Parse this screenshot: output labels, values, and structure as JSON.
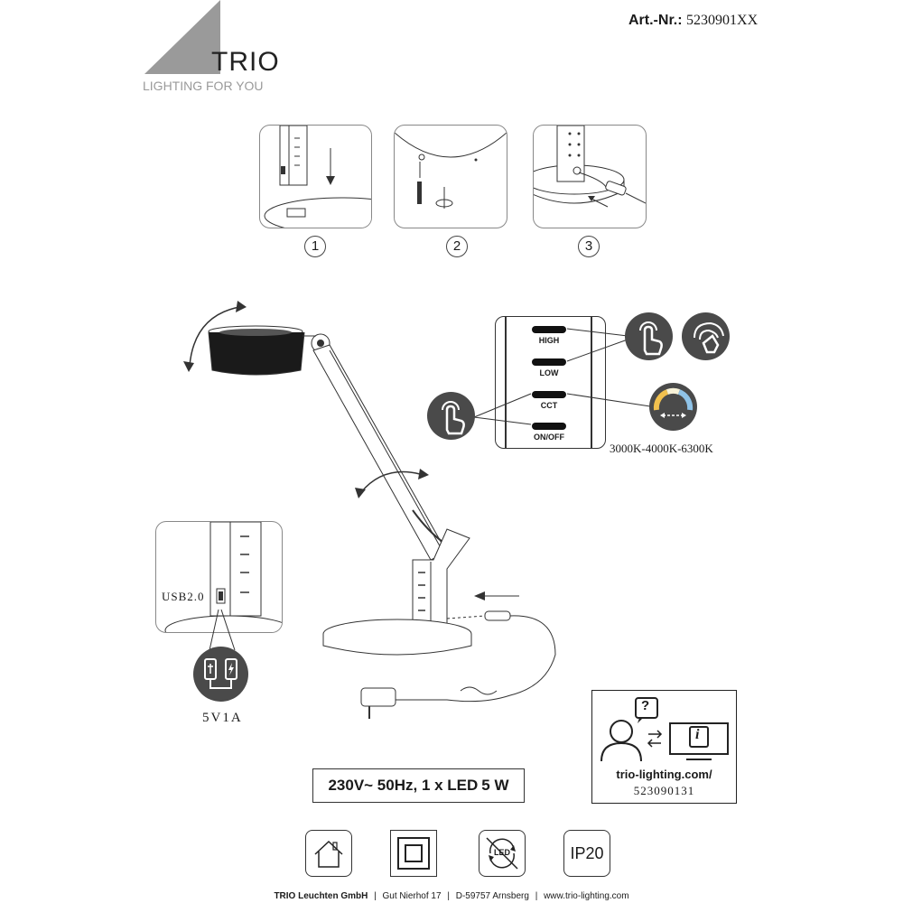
{
  "brand": {
    "name": "TRIO",
    "tagline": "LIGHTING FOR YOU"
  },
  "article": {
    "label": "Art.-Nr.:",
    "number": "5230901XX"
  },
  "steps": [
    {
      "number": "1"
    },
    {
      "number": "2"
    },
    {
      "number": "3"
    }
  ],
  "controls": {
    "buttons": [
      "HIGH",
      "LOW",
      "CCT",
      "ON/OFF"
    ],
    "cct_range": "3000K-4000K-6300K"
  },
  "usb": {
    "label": "USB2.0",
    "output": "5V1A"
  },
  "specs": {
    "line_a": "230V~ 50Hz, 1 x LED",
    "line_b": "5 W"
  },
  "info": {
    "url": "trio-lighting.com/",
    "code": "523090131",
    "question_mark": "?",
    "info_mark": "i"
  },
  "symbols": {
    "led_label": "LED",
    "ip_rating": "IP20"
  },
  "footer": {
    "company": "TRIO Leuchten GmbH",
    "address": "Gut Nierhof 17",
    "city": "D-59757 Arnsberg",
    "web": "www.trio-lighting.com",
    "separator": "|"
  }
}
